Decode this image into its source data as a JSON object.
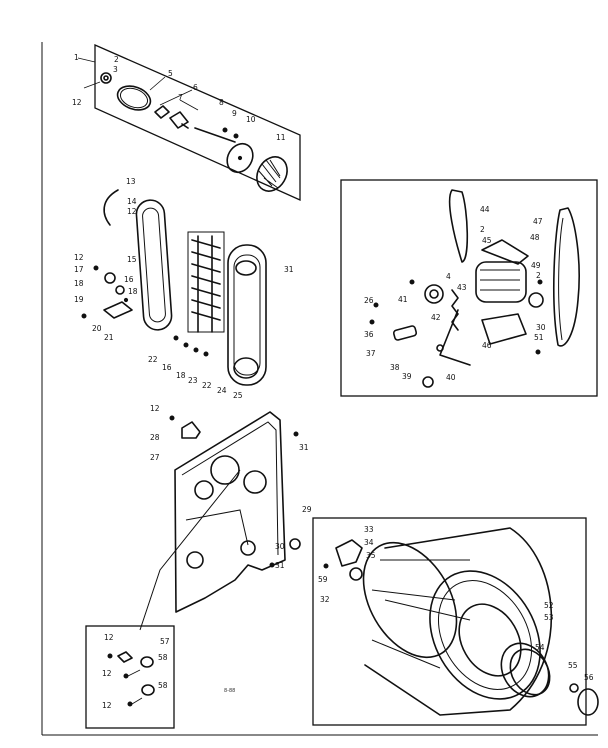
{
  "labels": {
    "top": [
      "1",
      "2",
      "3",
      "12",
      "5",
      "6",
      "7",
      "8",
      "9",
      "10",
      "11"
    ],
    "left": [
      "13",
      "14",
      "12",
      "12",
      "15",
      "17",
      "18",
      "16",
      "19",
      "18",
      "20",
      "21",
      "22",
      "16",
      "18",
      "23",
      "22",
      "24",
      "25",
      "31"
    ],
    "right": [
      "44",
      "2",
      "45",
      "48",
      "47",
      "41",
      "26",
      "4",
      "43",
      "42",
      "49",
      "30",
      "2",
      "51",
      "36",
      "37",
      "38",
      "46",
      "39",
      "40"
    ],
    "middle": [
      "12",
      "28",
      "31",
      "27",
      "30",
      "31"
    ],
    "drum": [
      "29",
      "33",
      "34",
      "35",
      "59",
      "32",
      "52",
      "53",
      "54",
      "55",
      "56"
    ],
    "inset": [
      "12",
      "57",
      "58",
      "12",
      "12",
      "58"
    ]
  },
  "page_mark": "8-88"
}
